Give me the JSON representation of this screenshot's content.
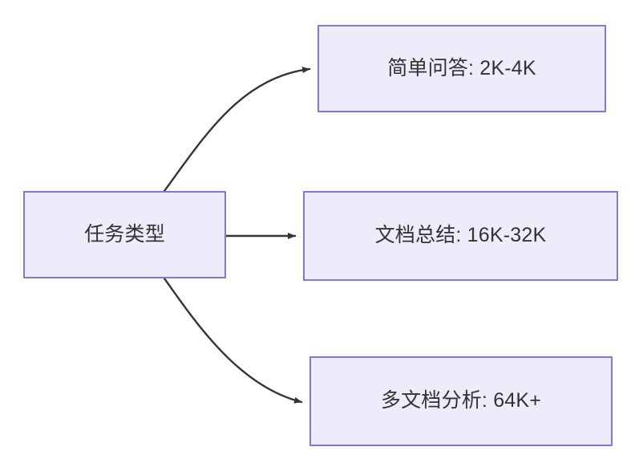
{
  "diagram": {
    "type": "flowchart",
    "direction": "left-to-right",
    "background_color": "#ffffff",
    "node_fill_color": "#ececfb",
    "node_border_color": "#8a72d6",
    "node_text_color": "#333333",
    "edge_color": "#333333",
    "nodes": {
      "root": {
        "id": "root",
        "label": "任务类型"
      },
      "simple": {
        "id": "simple",
        "label": "简单问答: 2K-4K"
      },
      "doc": {
        "id": "doc",
        "label": "文档总结: 16K-32K"
      },
      "multi": {
        "id": "multi",
        "label": "多文档分析: 64K+"
      }
    },
    "edges": [
      {
        "id": "edge-root-simple",
        "from": "root",
        "to": "simple",
        "label": "",
        "style": "curved-arrow"
      },
      {
        "id": "edge-root-doc",
        "from": "root",
        "to": "doc",
        "label": "",
        "style": "straight-arrow"
      },
      {
        "id": "edge-root-multi",
        "from": "root",
        "to": "multi",
        "label": "",
        "style": "curved-arrow"
      }
    ]
  }
}
